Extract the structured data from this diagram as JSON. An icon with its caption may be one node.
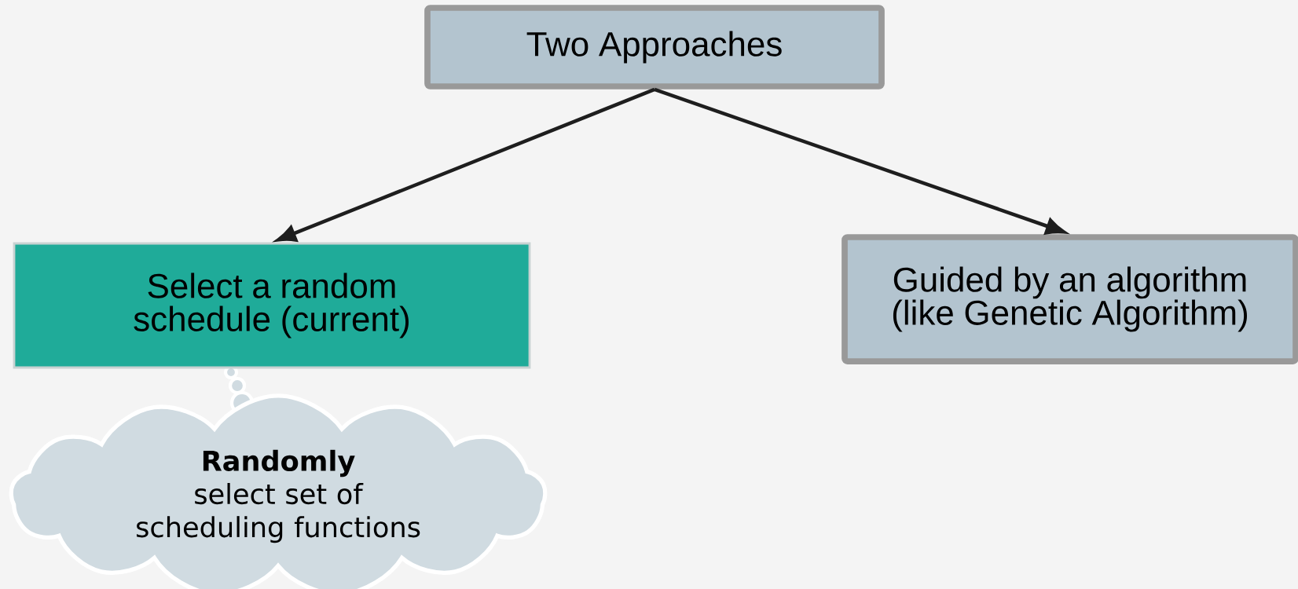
{
  "diagram": {
    "nodes": [
      {
        "text": [
          "Two Approaches"
        ]
      },
      {
        "text": [
          "Select a random schedule (current)"
        ]
      },
      {
        "text": [
          "Guided by an algorithm (like Genetic Algorithm)"
        ]
      },
      {
        "text": [
          "**Randomly** select set of scheduling functions"
        ]
      }
    ],
    "edges": [
      {
        "from": 0,
        "to": 1,
        "arrow": "to"
      },
      {
        "from": 0,
        "to": 2,
        "arrow": "to"
      }
    ]
  }
}
